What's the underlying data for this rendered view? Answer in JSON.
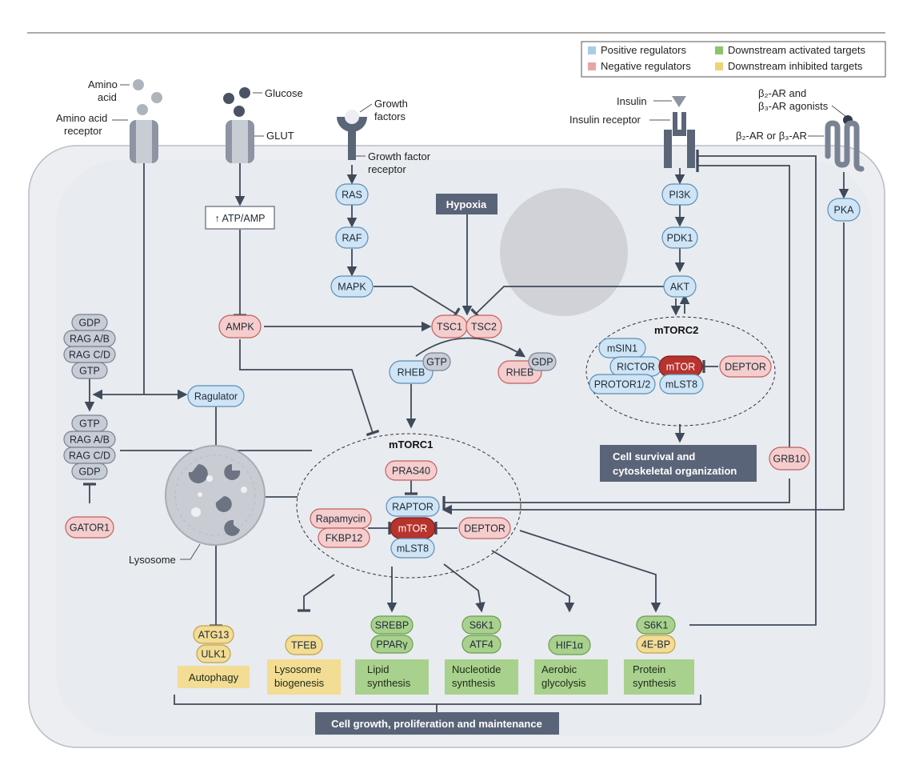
{
  "legend": {
    "positive": "Positive regulators",
    "negative": "Negative regulators",
    "activated": "Downstream activated targets",
    "inhibited": "Downstream inhibited targets"
  },
  "labels": {
    "amino_acid": [
      "Amino",
      "acid"
    ],
    "amino_acid_receptor": [
      "Amino acid",
      "receptor"
    ],
    "glucose": "Glucose",
    "glut": "GLUT",
    "growth_factors": [
      "Growth",
      "factors"
    ],
    "growth_factor_receptor": [
      "Growth factor",
      "receptor"
    ],
    "insulin": "Insulin",
    "insulin_receptor": "Insulin receptor",
    "b_agonists": [
      "β₂-AR and",
      "β₃-AR agonists"
    ],
    "b_receptor": "β₂-AR or β₃-AR",
    "lysosome": "Lysosome"
  },
  "nodes": {
    "ras": "RAS",
    "raf": "RAF",
    "mapk": "MAPK",
    "pi3k": "PI3K",
    "pdk1": "PDK1",
    "akt": "AKT",
    "pka": "PKA",
    "atp_amp": "↑ ATP/AMP",
    "ampk": "AMPK",
    "tsc1": "TSC1",
    "tsc2": "TSC2",
    "rheb_gtp": "RHEB",
    "gtp": "GTP",
    "rheb_gdp": "RHEB",
    "gdp": "GDP",
    "ragulator": "Ragulator",
    "gator1": "GATOR1",
    "grb10": "GRB10",
    "rag_top": [
      "GDP",
      "RAG A/B",
      "RAG C/D",
      "GTP"
    ],
    "rag_bottom": [
      "GTP",
      "RAG A/B",
      "RAG C/D",
      "GDP"
    ],
    "mtorc2": {
      "title": "mTORC2",
      "msin1": "mSIN1",
      "rictor": "RICTOR",
      "mtor": "mTOR",
      "deptor": "DEPTOR",
      "protor": "PROTOR1/2",
      "mlst8": "mLST8"
    },
    "mtorc1": {
      "title": "mTORC1",
      "pras40": "PRAS40",
      "raptor": "RAPTOR",
      "mtor": "mTOR",
      "rapamycin": "Rapamycin",
      "fkbp12": "FKBP12",
      "deptor": "DEPTOR",
      "mlst8": "mLST8"
    },
    "targets": {
      "atg13": "ATG13",
      "ulk1": "ULK1",
      "tfeb": "TFEB",
      "srebp": "SREBP",
      "ppar": "PPARγ",
      "s6k1a": "S6K1",
      "atf4": "ATF4",
      "hif1a": "HIF1α",
      "s6k1b": "S6K1",
      "ebp": "4E-BP"
    }
  },
  "boxes": {
    "hypoxia": "Hypoxia",
    "survival": [
      "Cell survival and",
      "cytoskeletal organization"
    ],
    "autophagy": "Autophagy",
    "lysosome_biogenesis": [
      "Lysosome",
      "biogenesis"
    ],
    "lipid": [
      "Lipid",
      "synthesis"
    ],
    "nucleotide": [
      "Nucleotide",
      "synthesis"
    ],
    "aerobic": [
      "Aerobic",
      "glycolysis"
    ],
    "protein": [
      "Protein",
      "synthesis"
    ],
    "growth": "Cell growth, proliferation and maintenance"
  },
  "colors": {
    "positive": "#cfe4f5",
    "positive_stroke": "#5b8fb8",
    "negative": "#f5cdcd",
    "negative_stroke": "#c0605e",
    "activated": "#a9d18e",
    "inhibited": "#f3dc94",
    "mtor": "#b8332e",
    "slate": "#5a6478",
    "line": "#3f4a5a",
    "cell": "#eceef2"
  }
}
